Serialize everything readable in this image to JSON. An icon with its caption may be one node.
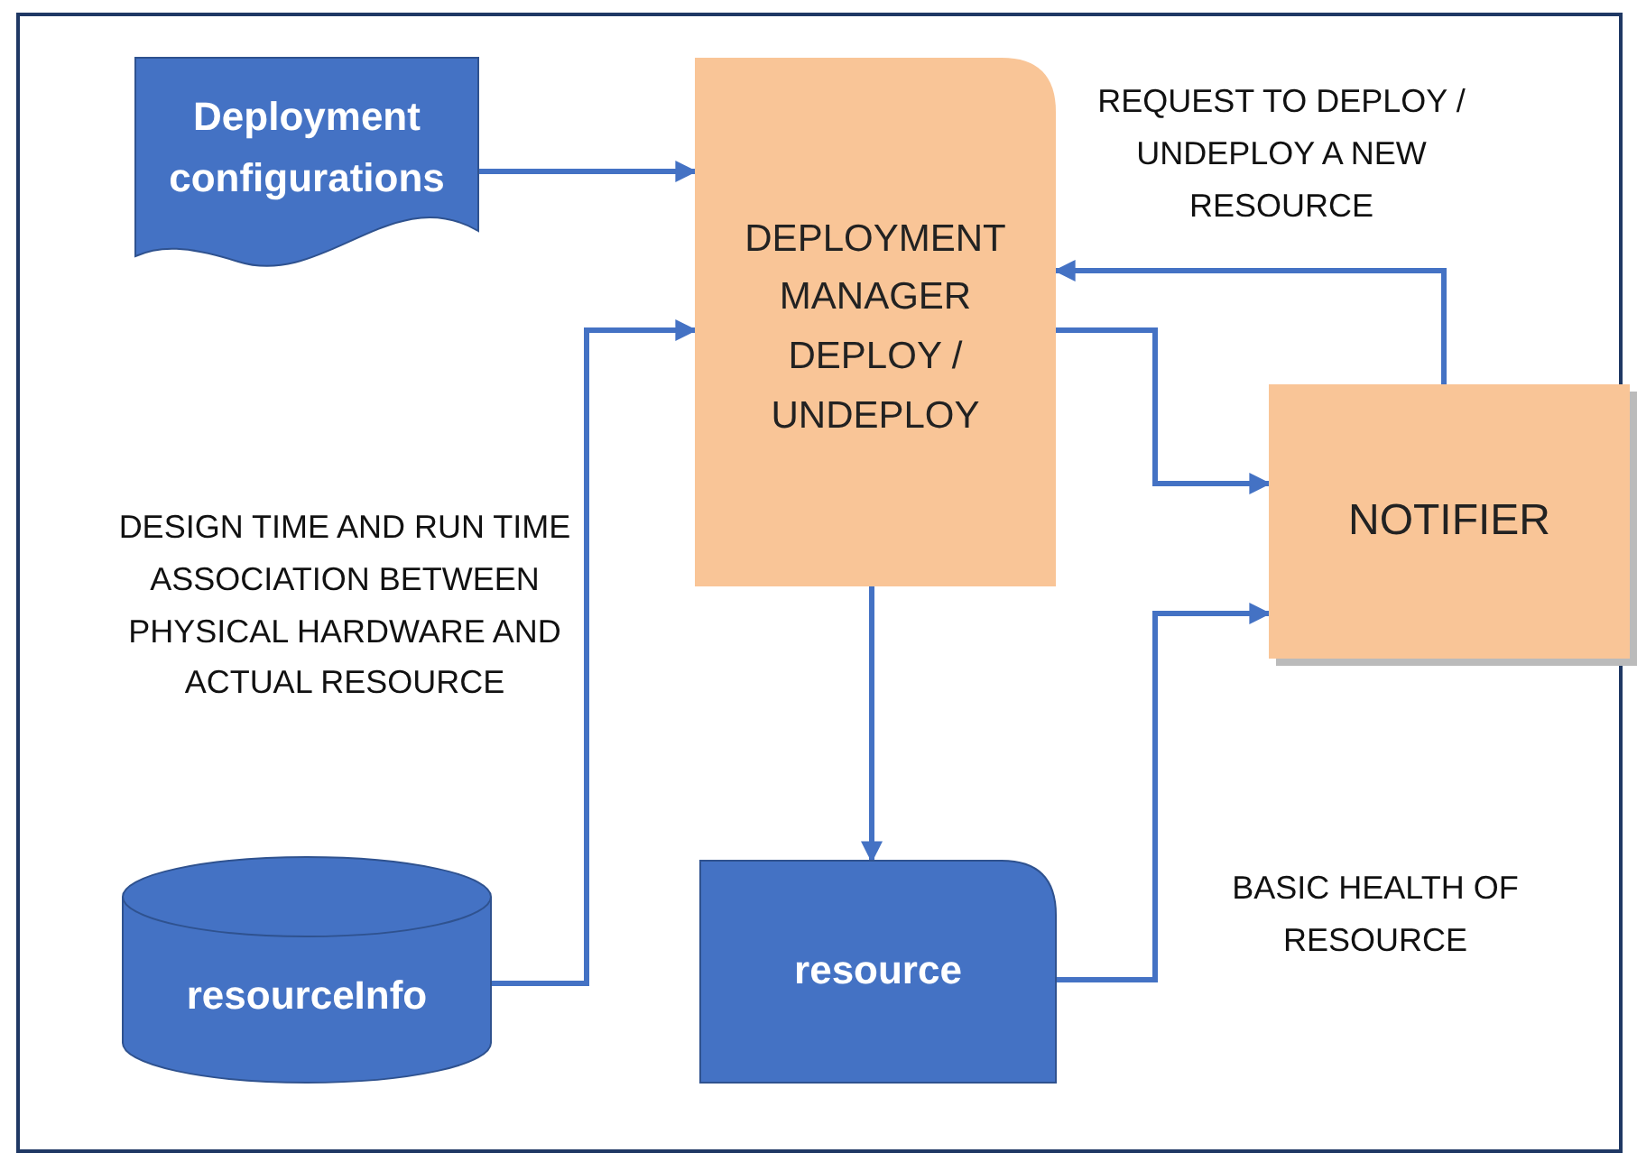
{
  "diagram": {
    "nodes": [
      {
        "text": [
          "Deployment configurations"
        ]
      },
      {
        "text": [
          "DEPLOYMENT MANAGER DEPLOY / UNDEPLOY"
        ]
      },
      {
        "text": [
          "NOTIFIER"
        ]
      },
      {
        "text": [
          "resourceInfo"
        ]
      },
      {
        "text": [
          "resource"
        ]
      }
    ],
    "edges": [
      {
        "from": 0,
        "to": 1,
        "arrow": "to"
      },
      {
        "from": 3,
        "to": 1,
        "arrow": "to",
        "label": "DESIGN TIME AND RUN TIME ASSOCIATION BETWEEN PHYSICAL HARDWARE AND ACTUAL RESOURCE"
      },
      {
        "from": 1,
        "to": 2,
        "arrow": "to"
      },
      {
        "from": 2,
        "to": 1,
        "arrow": "to",
        "label": "REQUEST TO DEPLOY / UNDEPLOY A NEW RESOURCE"
      },
      {
        "from": 1,
        "to": 4,
        "arrow": "to"
      },
      {
        "from": 4,
        "to": 2,
        "arrow": "to",
        "label": "BASIC HEALTH OF RESOURCE"
      }
    ]
  }
}
